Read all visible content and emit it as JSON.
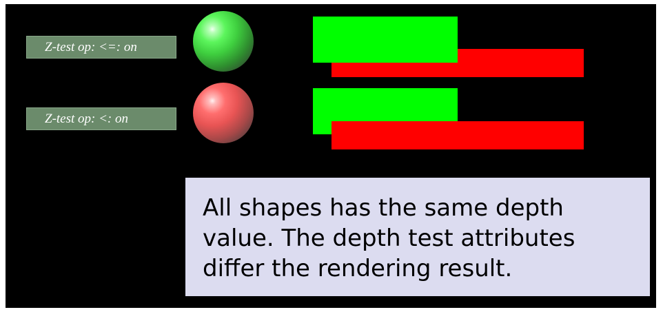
{
  "rows": [
    {
      "label": "Z-test op: <=: on",
      "sphere_color": "#3fcf3f"
    },
    {
      "label": "Z-test op: <: on",
      "sphere_color": "#e85454"
    }
  ],
  "colors": {
    "background": "#000000",
    "label_background": "#6b8b6b",
    "green": "#00ff00",
    "red": "#ff0000",
    "note_background": "#dcdcf0"
  },
  "note": {
    "text": "All shapes has the same depth\nvalue. The depth test attributes\ndiffer the rendering result."
  }
}
